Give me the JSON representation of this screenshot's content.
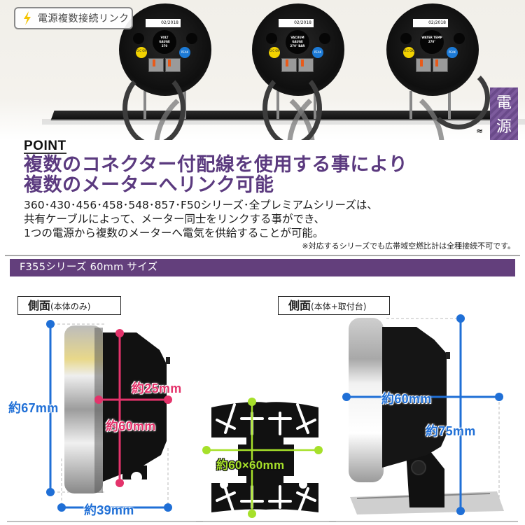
{
  "badge": {
    "icon": "lightning-bolt-icon",
    "label": "電源複数接続リンク"
  },
  "photo": {
    "gauges": [
      {
        "date_label": "02/2018",
        "center_text": [
          "VOLT",
          "GAUGE",
          "270"
        ],
        "left_button": "O.C OK",
        "right_button": "PEAK"
      },
      {
        "date_label": "02/2018",
        "center_text": [
          "VACUUM",
          "GAUGE",
          "270° BAR"
        ],
        "left_button": "O.C OK",
        "right_button": "PEAK"
      },
      {
        "date_label": "02/2018",
        "center_text": [
          "WATER TEMP",
          "270°"
        ],
        "left_button": "O.C OK",
        "right_button": "PEAK"
      }
    ],
    "power_tag": {
      "line1": "電",
      "line2": "源"
    },
    "wave_symbol": "≈"
  },
  "point": {
    "title": "POINT",
    "headline_1": "複数のコネクター付配線を使用する事により",
    "headline_2": "複数のメーターへリンク可能",
    "body_1": "360･430･456･458･548･857･F50シリーズ･全プレミアムシリーズは、",
    "body_2": "共有ケーブルによって、メーター同士をリンクする事ができ、",
    "body_3": "1つの電源から複数のメーターへ電気を供給することが可能。",
    "note": "※対応するシリーズでも広帯域空燃比計は全種接続不可です。"
  },
  "section": {
    "title": "F355シリーズ 60mm サイズ"
  },
  "side_view_body": {
    "label_main": "側面",
    "label_sub": "(本体のみ)",
    "dims": {
      "height": "約67mm",
      "depth_back": "約25mm",
      "diameter_back": "約60mm",
      "depth_total": "約39mm"
    }
  },
  "bracket": {
    "dims": {
      "size": "約60×60mm"
    }
  },
  "side_view_mount": {
    "label_main": "側面",
    "label_sub": "(本体+取付台)",
    "dims": {
      "width": "約60mm",
      "height": "約75mm"
    }
  },
  "colors": {
    "purple": "#5b3a7f",
    "section_bar": "#633f7c",
    "dim_blue": "#1f6fd6",
    "dim_pink": "#e4336b",
    "dim_green": "#a6e02a",
    "bolt_yellow": "#f5c400"
  }
}
